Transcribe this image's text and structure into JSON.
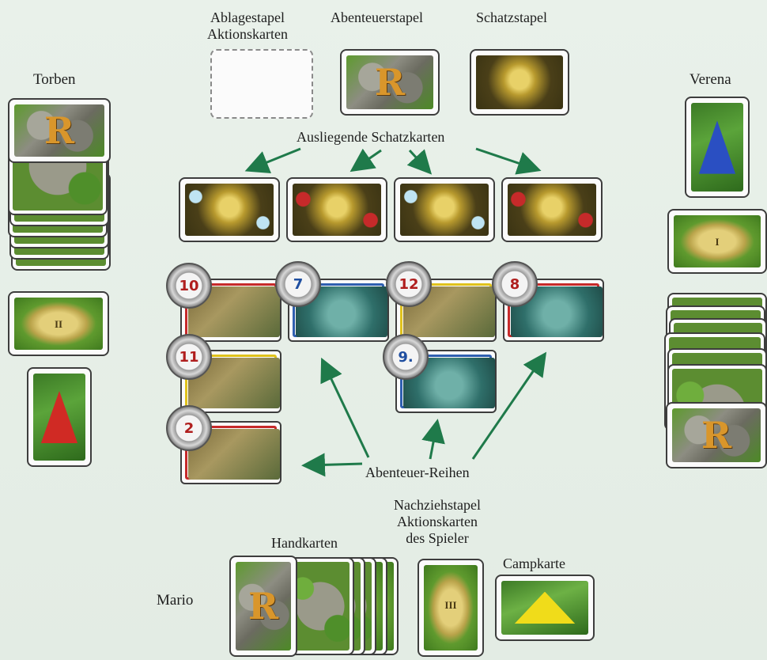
{
  "labels": {
    "discard_line1": "Ablagestapel",
    "discard_line2": "Aktionskarten",
    "adventure_deck": "Abenteuerstapel",
    "treasure_deck": "Schatzstapel",
    "open_treasures": "Ausliegende Schatzkarten",
    "adventure_rows": "Abenteuer-Reihen",
    "draw_line1": "Nachziehstapel",
    "draw_line2": "Aktionskarten",
    "draw_line3": "des Spieler",
    "hand_cards": "Handkarten",
    "camp_card": "Campkarte"
  },
  "players": {
    "left": "Torben",
    "right": "Verena",
    "bottom": "Mario"
  },
  "card_text": {
    "r": "R",
    "roman_1": "I",
    "roman_2": "II",
    "roman_3": "III"
  },
  "adventure_numbers": [
    "10",
    "7",
    "12",
    "8",
    "11",
    "9.",
    "2"
  ],
  "colors": {
    "arrow": "#1f7a4a",
    "background": "#e6eee7",
    "red_frame": "#c62a2a",
    "blue_frame": "#2f5fb0",
    "yellow_frame": "#e0c21c"
  }
}
